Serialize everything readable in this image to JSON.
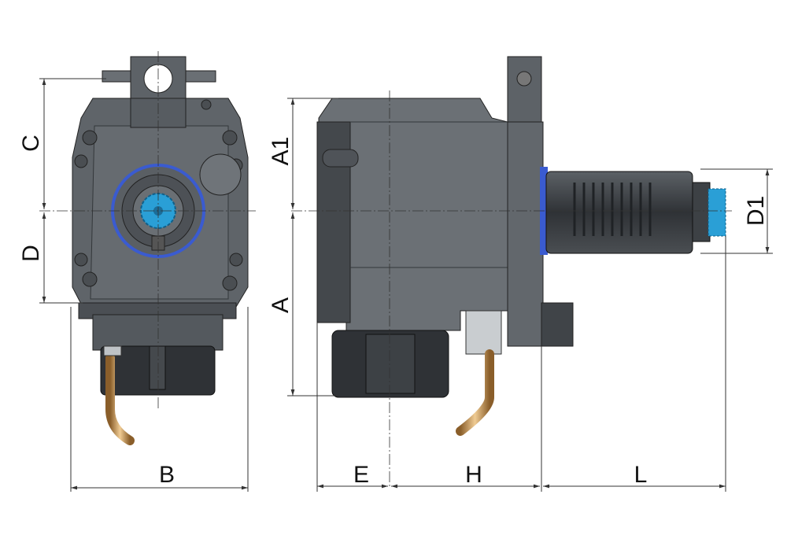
{
  "title": "Driven tool holder dimension drawing",
  "dimensions": {
    "C": "C",
    "D": "D",
    "B": "B",
    "A1": "A1",
    "A": "A",
    "D1": "D1",
    "E": "E",
    "H": "H",
    "L": "L"
  },
  "colors": {
    "body": "#5f6469",
    "body_dark": "#3f4347",
    "body_light": "#7c8186",
    "accent_blue": "#3a5bd0",
    "gear_cyan": "#2a9fd6",
    "pipe": "#c99a5a"
  }
}
